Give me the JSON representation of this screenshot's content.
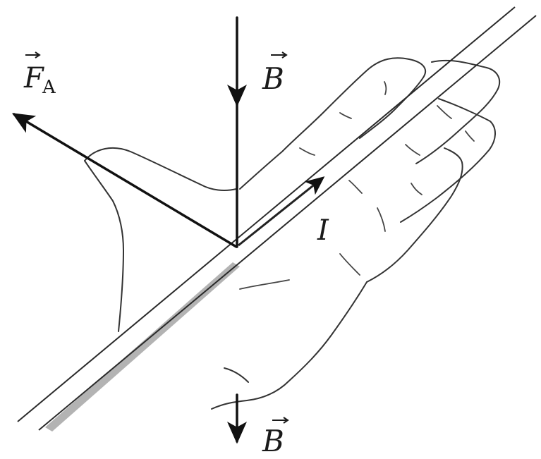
{
  "labels": {
    "force": "F",
    "force_subscript": "A",
    "field_top": "B",
    "field_bottom": "B",
    "current": "I"
  },
  "colors": {
    "ink": "#111111",
    "outline": "#333333",
    "wire_fill": "#9a9a9a",
    "background": "#ffffff"
  }
}
